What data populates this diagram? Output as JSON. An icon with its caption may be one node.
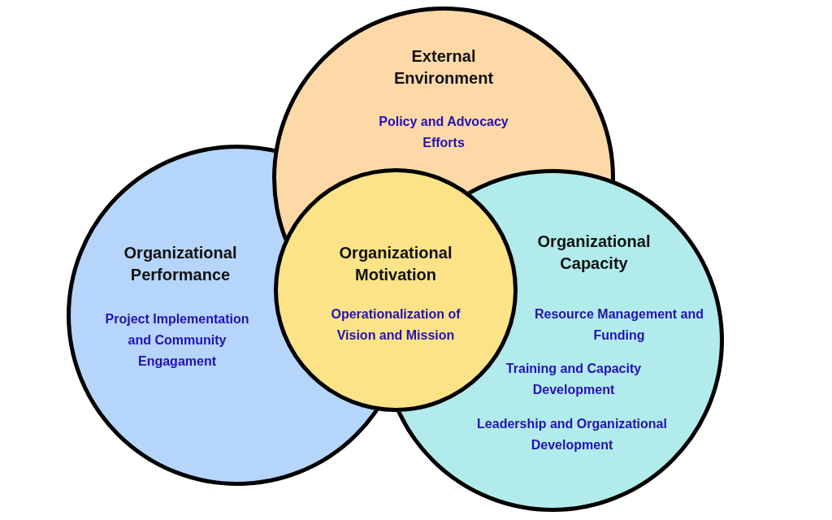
{
  "diagram": {
    "nodes": [
      {
        "text": [
          "External Environment",
          "Policy and Advocacy Efforts"
        ]
      },
      {
        "text": [
          "Organizational Performance",
          "Project Implementation and Community Engagament"
        ]
      },
      {
        "text": [
          "Organizational Motivation",
          "Operationalization of Vision and Mission"
        ]
      },
      {
        "text": [
          "Organizational Capacity",
          "Resource Management and Funding",
          "Training and Capacity Development",
          "Leadership and Organizational Development"
        ]
      }
    ]
  }
}
